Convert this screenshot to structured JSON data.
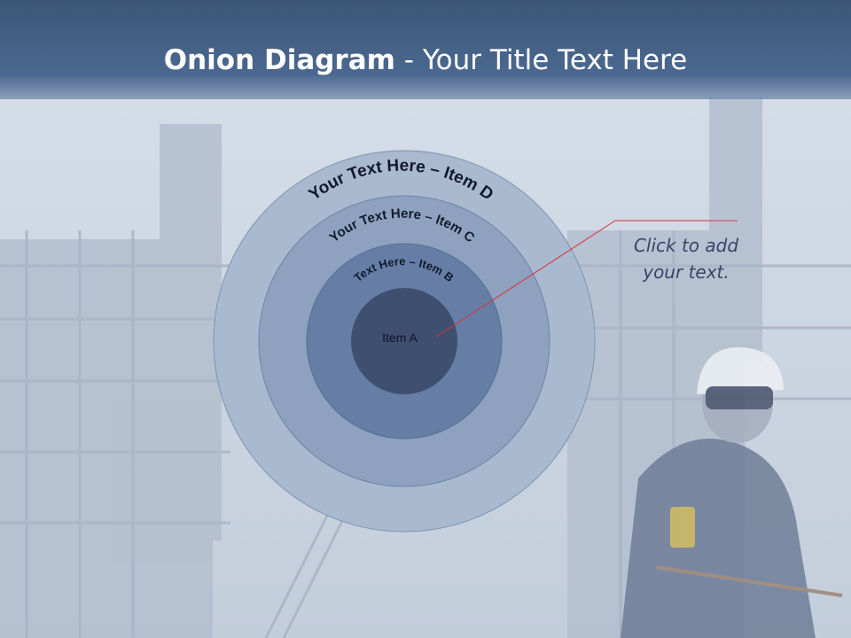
{
  "slide": {
    "title_bold": "Onion Diagram",
    "title_rest": " - Your Title Text Here"
  },
  "onion": {
    "layers": [
      {
        "label": "Your Text Here – Item D",
        "color": "#a9b9d0"
      },
      {
        "label": "Your Text Here – Item C",
        "color": "#8ea2bf"
      },
      {
        "label": "Text Here – Item B",
        "color": "#667ea5"
      },
      {
        "label": "Item A",
        "color": "#3e4f70"
      }
    ]
  },
  "callout": {
    "line1": "Click  to add",
    "line2": "your text."
  },
  "colors": {
    "connector": "#d8343c",
    "header": "#3f5a7c"
  }
}
